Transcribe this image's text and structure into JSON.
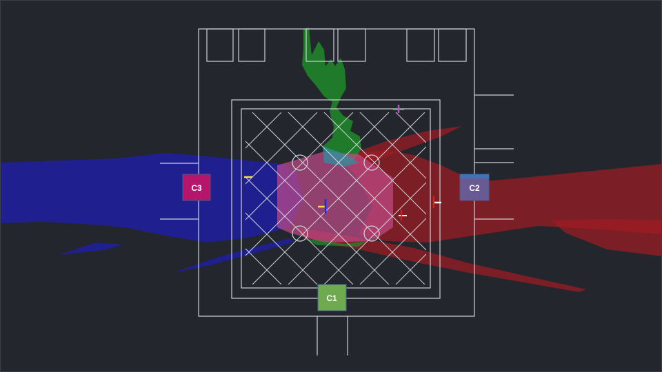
{
  "colors": {
    "background": "#23262d",
    "wall_line": "#cfd3d8",
    "camera_c1": "#6faa4f",
    "camera_c2": "#6a5a93",
    "camera_c2_top": "#3f73b8",
    "camera_c3": "#b5166b",
    "coverage_c1": "#1f8a2a",
    "coverage_c2": "#a01c22",
    "coverage_c3": "#1f1ea6",
    "overlap": "#c24c8a"
  },
  "cameras": [
    {
      "id": "c1",
      "label": "C1",
      "icon": "camera-c1-icon"
    },
    {
      "id": "c2",
      "label": "C2",
      "icon": "camera-c2-icon"
    },
    {
      "id": "c3",
      "label": "C3",
      "icon": "camera-c3-icon"
    }
  ]
}
